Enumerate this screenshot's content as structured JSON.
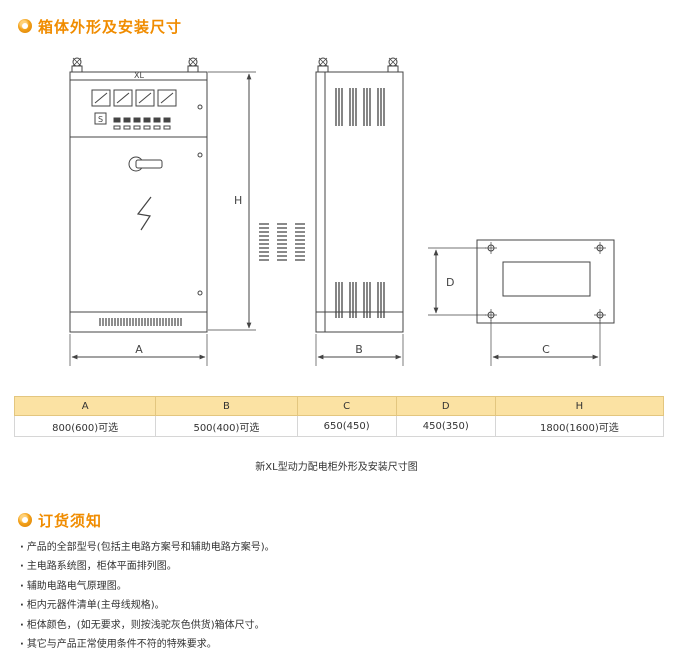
{
  "section1": {
    "title": "箱体外形及安装尺寸",
    "icon": "orange-circle-bullet-icon"
  },
  "drawing": {
    "front_label": "XL",
    "dims": {
      "a": "A",
      "b": "B",
      "c": "C",
      "d": "D",
      "h": "H"
    }
  },
  "table": {
    "headers": [
      "A",
      "B",
      "C",
      "D",
      "H"
    ],
    "values": [
      "800(600)可选",
      "500(400)可选",
      "650(450)",
      "450(350)",
      "1800(1600)可选"
    ]
  },
  "caption": "新XL型动力配电柜外形及安装尺寸图",
  "section2": {
    "title": "订货须知",
    "icon": "orange-circle-bullet-icon"
  },
  "notes": [
    "产品的全部型号(包括主电路方案号和辅助电路方案号)。",
    "主电路系统图，柜体平面排列图。",
    "辅助电路电气原理图。",
    "柜内元器件清单(主母线规格)。",
    "柜体颜色，(如无要求，则按浅驼灰色供货)箱体尺寸。",
    "其它与产品正常使用条件不符的特殊要求。"
  ],
  "colors": {
    "accent": "#f08c00",
    "table_header_bg": "#fbe2a3",
    "line": "#444444"
  }
}
